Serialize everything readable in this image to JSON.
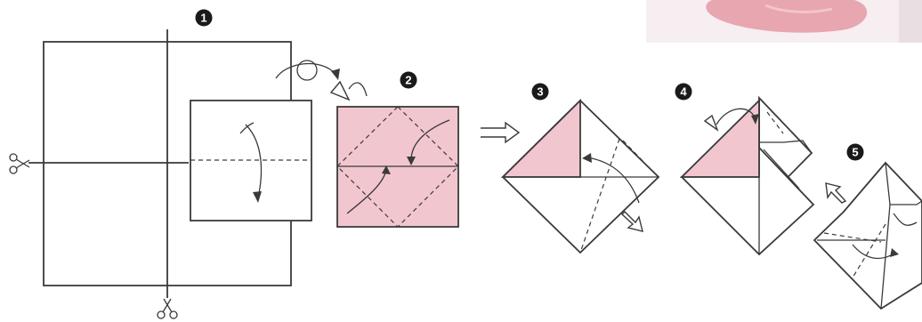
{
  "steps": [
    {
      "number": "1"
    },
    {
      "number": "2"
    },
    {
      "number": "3"
    },
    {
      "number": "4"
    },
    {
      "number": "5"
    }
  ],
  "colors": {
    "paper_pink": "#f2c6cf",
    "photo_pink": "#e8a6b0",
    "line": "#3a3a3a",
    "badge": "#1a1a1a"
  },
  "icons": [
    "scissors-icon",
    "scissors-icon",
    "flip-over-arrow-icon",
    "fold-arrow-icon",
    "open-arrow-icon"
  ]
}
